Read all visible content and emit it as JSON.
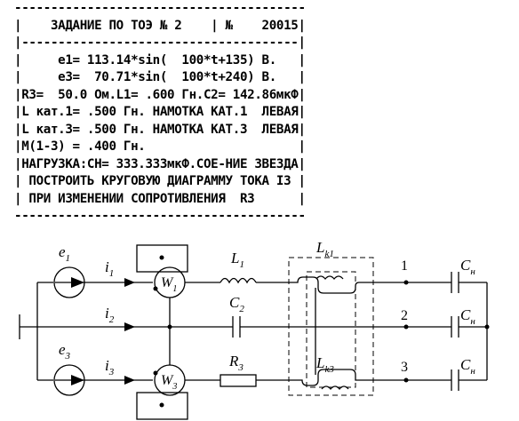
{
  "task": {
    "lines": [
      "----------------------------------------",
      "|    ЗАДАНИЕ ПО ТОЭ № 2    | №    20015|",
      "|--------------------------------------|",
      "|     e1= 113.14*sin(  100*t+135) В.   |",
      "|     e3=  70.71*sin(  100*t+240) В.   |",
      "|R3=  50.0 Ом.L1= .600 Гн.C2= 142.86мкФ|",
      "|L кат.1= .500 Гн. НАМОТКА КАТ.1  ЛЕВАЯ|",
      "|L кат.3= .500 Гн. НАМОТКА КАТ.3  ЛЕВАЯ|",
      "|M(1-3) = .400 Гн.                     |",
      "|НАГРУЗКА:CН= 333.333мкФ.СОЕ-НИЕ ЗВЕЗДА|",
      "| ПОСТРОИТЬ КРУГОВУЮ ДИАГРАММУ ТОКА I3 |",
      "| ПРИ ИЗМЕНЕНИИ СОПРОТИВЛЕНИЯ  R3      |",
      "----------------------------------------"
    ]
  },
  "circuit": {
    "e1": {
      "base": "e",
      "sub": "1"
    },
    "e3": {
      "base": "e",
      "sub": "3"
    },
    "i1": {
      "base": "i",
      "sub": "1"
    },
    "i2": {
      "base": "i",
      "sub": "2"
    },
    "i3": {
      "base": "i",
      "sub": "3"
    },
    "W1": {
      "base": "W",
      "sub": "1"
    },
    "W3": {
      "base": "W",
      "sub": "3"
    },
    "L1": {
      "base": "L",
      "sub": "1"
    },
    "C2": {
      "base": "C",
      "sub": "2"
    },
    "R3": {
      "base": "R",
      "sub": "3"
    },
    "Lk1": {
      "base": "L",
      "sub": "k1"
    },
    "Lk3": {
      "base": "L",
      "sub": "k3"
    },
    "node1": "1",
    "node2": "2",
    "node3": "3",
    "Cn": {
      "base": "C",
      "sub": "н"
    }
  }
}
